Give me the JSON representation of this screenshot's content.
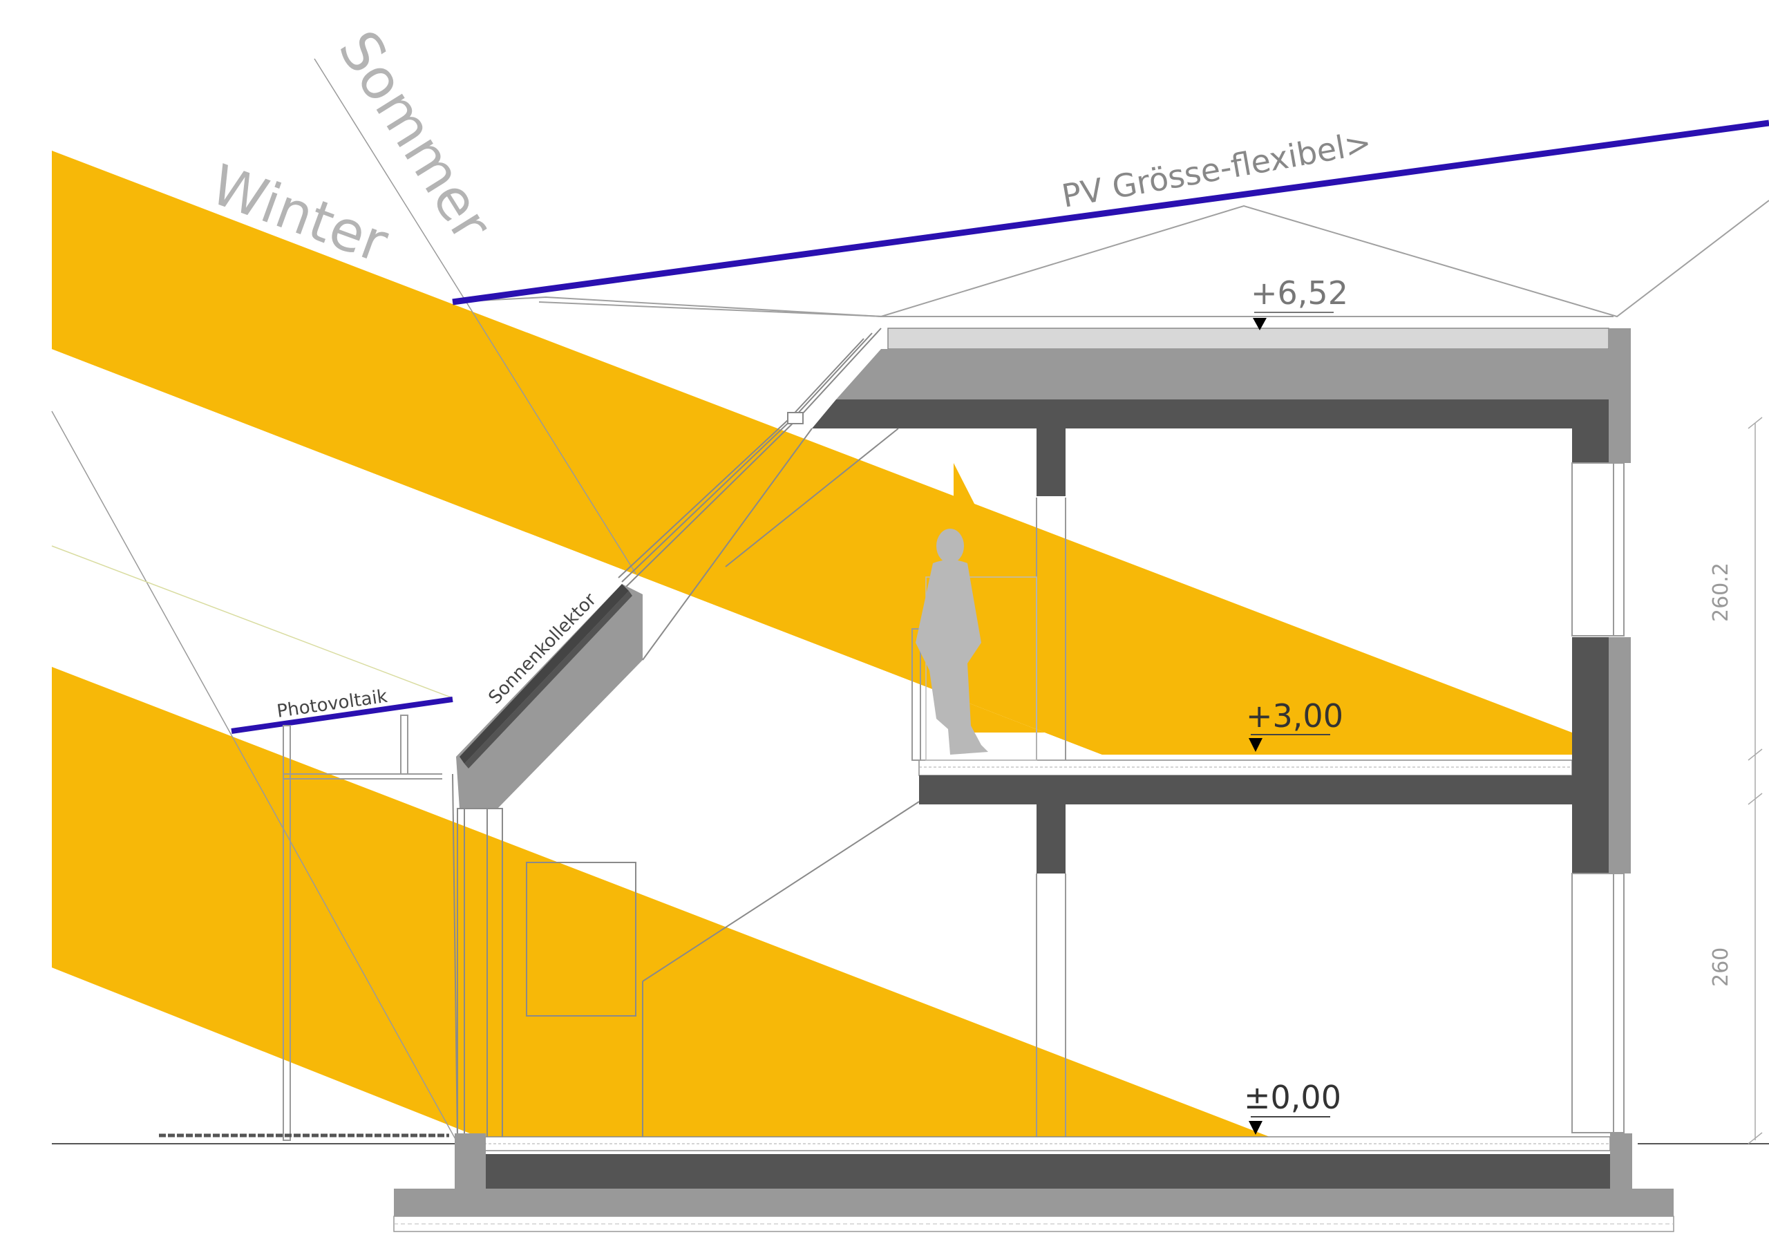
{
  "labels": {
    "winter": "Winter",
    "sommer": "Sommer",
    "pv_size": "PV Grösse-flexibel>",
    "photovoltaik": "Photovoltaik",
    "sonnenkollektor": "Sonnenkollektor"
  },
  "levels": {
    "roof": "+6,52",
    "upper": "+3,00",
    "ground": "±0,00"
  },
  "dimensions": {
    "upper_height": "260.2",
    "ground_height": "260"
  },
  "colors": {
    "sun": "#F7B808",
    "pv_panel": "#2A10B0",
    "structure_dark": "#545454",
    "structure_mid": "#999999",
    "roof_light": "#D8D8D8",
    "figure": "#B8B8B8",
    "label_grey": "#9A9A9A",
    "line": "#8A8A8A"
  }
}
